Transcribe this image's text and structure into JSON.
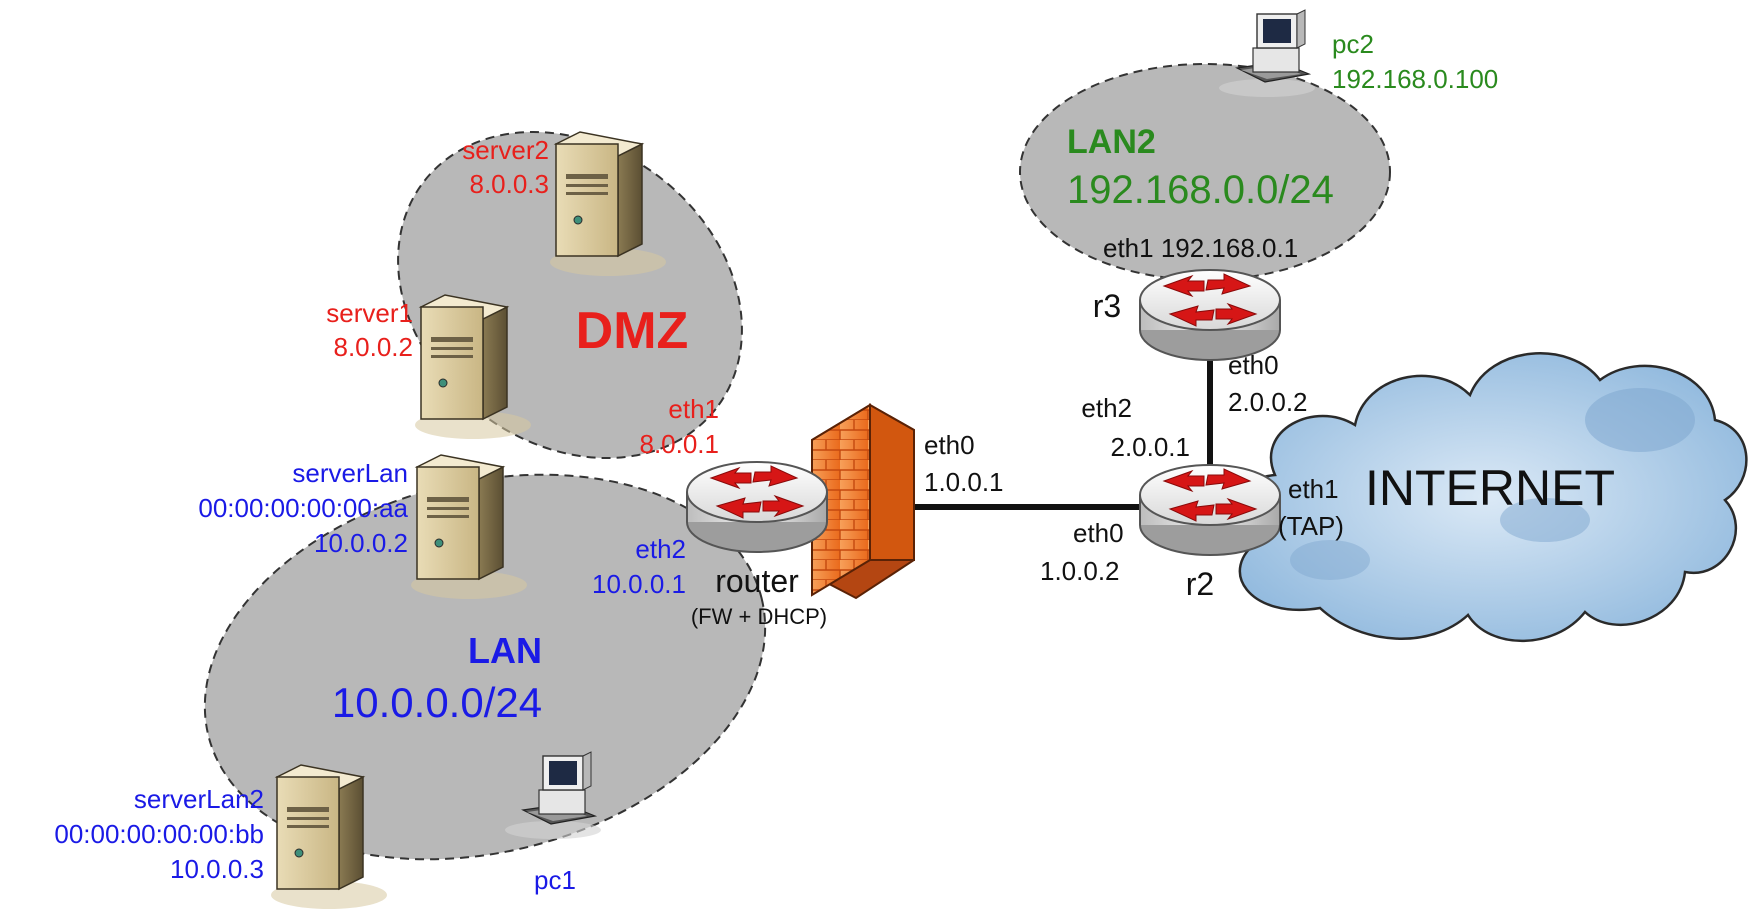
{
  "colors": {
    "red": "#e8201c",
    "blue": "#1a1ae6",
    "green": "#2a8a1e",
    "black": "#111111",
    "zone_fill": "#b8b8b8",
    "cloud_fill": "#9fc6e6"
  },
  "zones": {
    "dmz": {
      "name": "DMZ"
    },
    "lan": {
      "name": "LAN",
      "subnet": "10.0.0.0/24"
    },
    "lan2": {
      "name": "LAN2",
      "subnet": "192.168.0.0/24"
    },
    "internet": {
      "name": "INTERNET"
    }
  },
  "hosts": {
    "server2": {
      "name": "server2",
      "ip": "8.0.0.3",
      "icon": "server-icon"
    },
    "server1": {
      "name": "server1",
      "ip": "8.0.0.2",
      "icon": "server-icon"
    },
    "serverLan": {
      "name": "serverLan",
      "mac": "00:00:00:00:00:aa",
      "ip": "10.0.0.2",
      "icon": "server-icon"
    },
    "serverLan2": {
      "name": "serverLan2",
      "mac": "00:00:00:00:00:bb",
      "ip": "10.0.0.3",
      "icon": "server-icon"
    },
    "pc1": {
      "name": "pc1",
      "icon": "pc-icon"
    },
    "pc2": {
      "name": "pc2",
      "ip": "192.168.0.100",
      "icon": "pc-icon"
    }
  },
  "router": {
    "name": "router",
    "role": "(FW + DHCP)",
    "eth0": {
      "name": "eth0",
      "ip": "1.0.0.1"
    },
    "eth1": {
      "name": "eth1",
      "ip": "8.0.0.1"
    },
    "eth2": {
      "name": "eth2",
      "ip": "10.0.0.1"
    }
  },
  "r2": {
    "name": "r2",
    "eth0": {
      "name": "eth0",
      "ip": "1.0.0.2"
    },
    "eth1": {
      "name": "eth1",
      "note": "(TAP)"
    },
    "eth2": {
      "name": "eth2",
      "ip": "2.0.0.1"
    }
  },
  "r3": {
    "name": "r3",
    "eth0": {
      "name": "eth0",
      "ip": "2.0.0.2"
    },
    "eth1": {
      "label": "eth1 192.168.0.1"
    }
  }
}
